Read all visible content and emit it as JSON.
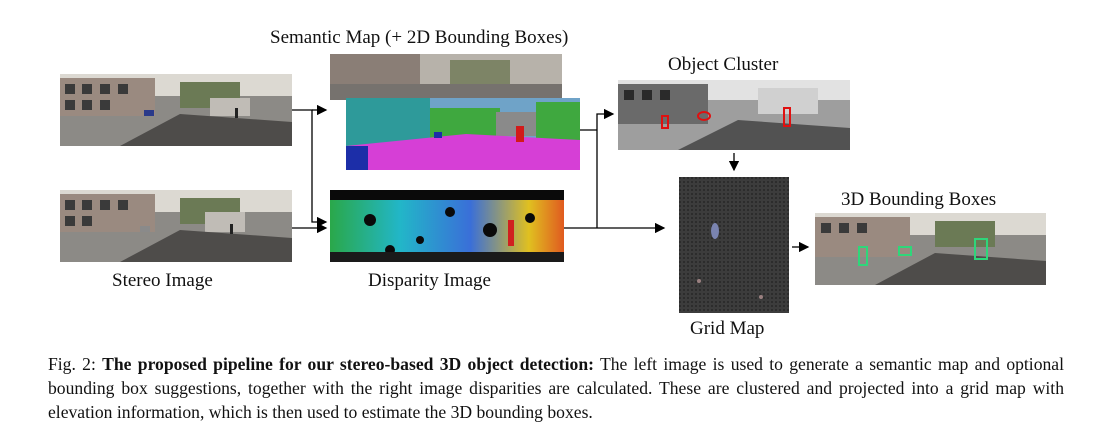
{
  "labels": {
    "semantic_map": "Semantic Map (+ 2D Bounding Boxes)",
    "object_cluster": "Object Cluster",
    "bounding_boxes_3d": "3D Bounding Boxes",
    "stereo_image": "Stereo Image",
    "disparity_image": "Disparity Image",
    "grid_map": "Grid Map"
  },
  "caption": {
    "prefix": "Fig. 2: ",
    "bold": "The proposed pipeline for our stereo-based 3D object detection:",
    "text": " The left image is used to generate a semantic map and optional bounding box suggestions, together with the right image disparities are calculated. These are clustered and projected into a grid map with elevation information, which is then used to estimate the 3D bounding boxes."
  },
  "colors": {
    "arrow": "#000000",
    "semantic_road": "#d63fd6",
    "semantic_vegetation": "#3fa83f",
    "semantic_sky": "#6fa3c8",
    "semantic_car": "#1c2ea8",
    "semantic_person": "#d21a1a",
    "box_3d": "#2fd67a",
    "cluster_box": "#e01010"
  }
}
